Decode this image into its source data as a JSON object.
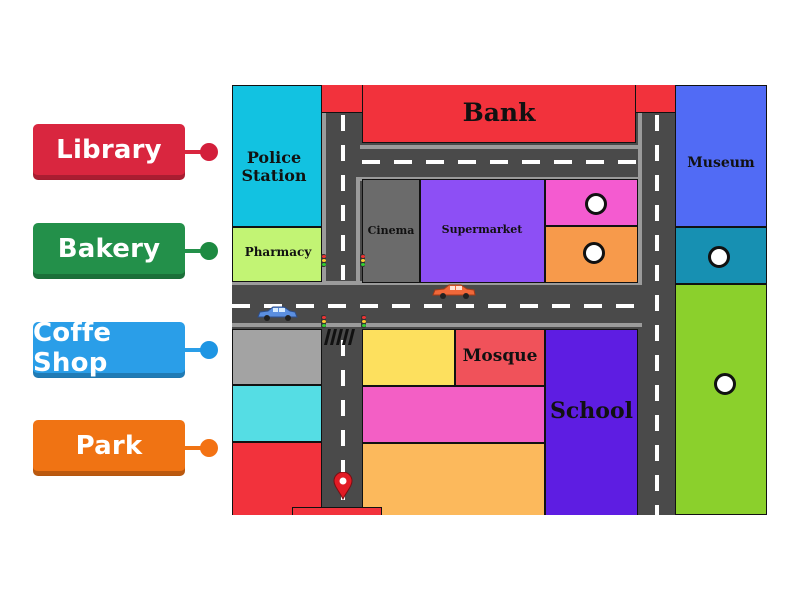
{
  "labels": [
    {
      "text": "Library",
      "color": "#d9263f",
      "dot": "#d31f3b"
    },
    {
      "text": "Bakery",
      "color": "#23904a",
      "dot": "#1d8a41"
    },
    {
      "text": "Coffe Shop",
      "color": "#2a9ee8",
      "dot": "#1e95e3"
    },
    {
      "text": "Park",
      "color": "#f07313",
      "dot": "#f37213"
    }
  ],
  "map": {
    "bank": "Bank",
    "police": "Police Station",
    "museum": "Museum",
    "pharmacy": "Pharmacy",
    "cinema": "Cinema",
    "supermarket": "Supermarket",
    "mosque": "Mosque",
    "school": "School"
  }
}
